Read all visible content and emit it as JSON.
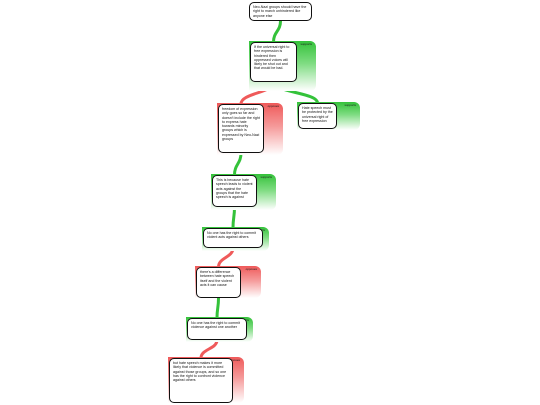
{
  "colors": {
    "support": "#34c23a",
    "oppose": "#ef5a5a",
    "card_border": "#111111"
  },
  "nodes": [
    {
      "id": "n0",
      "type": "root",
      "text": "Neo-Nazi groups should have the right to march unhindered like anyone else"
    },
    {
      "id": "n1",
      "type": "support",
      "label": "supports",
      "text": "If the universal right to free expression is hindered then oppressed voices will likely be shut out and that would be bad."
    },
    {
      "id": "n2",
      "type": "support",
      "label": "supports",
      "text": "Hate speech must be protected by the universal right of free expression"
    },
    {
      "id": "n3",
      "type": "oppose",
      "label": "opposes",
      "text": "freedom of expression only goes so far and doesn't include the right to express hate towards minority groups which is expressed by Neo-Nazi groups"
    },
    {
      "id": "n4",
      "type": "support",
      "label": "supports",
      "text": "This is because hate speech leads to violent acts against the groups that the hate speech is against"
    },
    {
      "id": "n5",
      "type": "support",
      "label": "supports",
      "text": "No one has the right to commit violent acts against others"
    },
    {
      "id": "n6",
      "type": "oppose",
      "label": "opposes",
      "text": "there's a difference between hate speech itself and the violent acts it can cause"
    },
    {
      "id": "n7",
      "type": "support",
      "label": "supports",
      "text": "No one has the right to commit violence against one another"
    },
    {
      "id": "n8",
      "type": "oppose",
      "label": "opposes",
      "text": "but hate speech makes it more likely that violence is committed against those groups, and so one has the right to confront violence against others"
    }
  ]
}
